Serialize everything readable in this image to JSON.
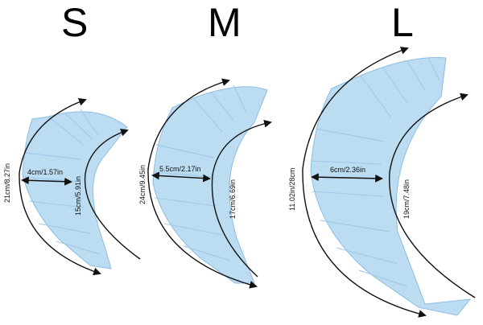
{
  "colors": {
    "fin_fill": "#bcdcf2",
    "fin_fold": "#9ec8e8",
    "fin_edge": "#8dbde3",
    "arrow": "#111111",
    "text": "#111111"
  },
  "sizes": [
    {
      "label": "S",
      "outer_arc": "21cm/8.27in",
      "inner_arc": "15cm/5.91in",
      "width": "4cm/1.57in"
    },
    {
      "label": "M",
      "outer_arc": "24cm/9.45in",
      "inner_arc": "17cm/6.69in",
      "width": "5.5cm/2.17in"
    },
    {
      "label": "L",
      "outer_arc": "11.02in/28cm",
      "inner_arc": "19cm/7.48in",
      "width": "6cm/2.36in"
    }
  ]
}
